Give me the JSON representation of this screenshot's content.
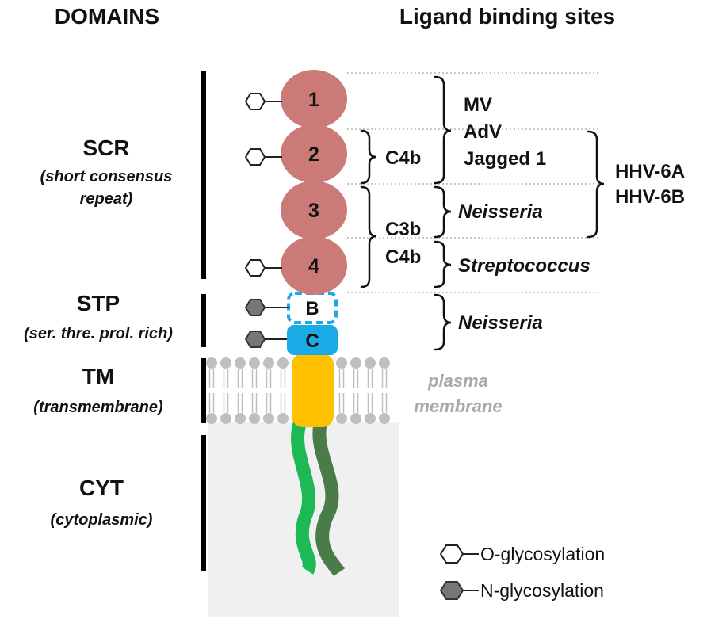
{
  "headers": {
    "domains": "DOMAINS",
    "ligands": "Ligand binding sites"
  },
  "domains": {
    "scr": {
      "title": "SCR",
      "subtitle_line1": "(short consensus",
      "subtitle_line2": "repeat)"
    },
    "stp": {
      "title": "STP",
      "subtitle": "(ser. thre. prol. rich)"
    },
    "tm": {
      "title": "TM",
      "subtitle": "(transmembrane)"
    },
    "cyt": {
      "title": "CYT",
      "subtitle": "(cytoplasmic)"
    }
  },
  "scr_modules": [
    "1",
    "2",
    "3",
    "4"
  ],
  "stp_modules": [
    "B",
    "C"
  ],
  "ligands": {
    "c4b_upper": "C4b",
    "c3b": "C3b",
    "c4b_lower": "C4b",
    "mv": "MV",
    "adv": "AdV",
    "jagged": "Jagged 1",
    "neisseria_scr": "Neisseria",
    "streptococcus": "Streptococcus",
    "neisseria_stp": "Neisseria",
    "hhv6a": "HHV-6A",
    "hhv6b": "HHV-6B"
  },
  "membrane": {
    "line1": "plasma",
    "line2": "membrane"
  },
  "legend": {
    "o_glycosylation": "O-glycosylation",
    "n_glycosylation": "N-glycosylation"
  },
  "colors": {
    "scr_module": "#cc7a78",
    "stp_module": "#1aaae6",
    "tm_domain": "#ffc000",
    "tail_light": "#1db954",
    "tail_dark": "#4a7c4a",
    "cytoplasm": "#f0f0f0",
    "lipid": "#bfbfbf",
    "n_glycan": "#777777"
  }
}
